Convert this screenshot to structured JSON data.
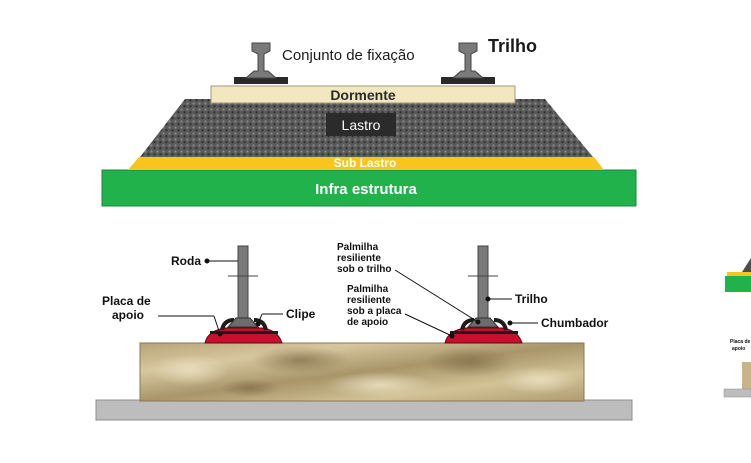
{
  "top_section": {
    "rail_label": "Trilho",
    "fastening_label": "Conjunto de fixação",
    "sleeper_label": "Dormente",
    "ballast_label": "Lastro",
    "subballast_label": "Sub Lastro",
    "infra_label": "Infra estrutura"
  },
  "bottom_section": {
    "wheel_label": "Roda",
    "base_plate_label_1": "Placa de",
    "base_plate_label_2": "apoio",
    "clip_label": "Clipe",
    "pad_rail_1": "Palmilha",
    "pad_rail_2": "resiliente",
    "pad_rail_3": "sob o trilho",
    "pad_plate_1": "Palmilha",
    "pad_plate_2": "resiliente",
    "pad_plate_3": "sob a placa",
    "pad_plate_4": "de apoio",
    "rail_label": "Trilho",
    "anchor_label": "Chumbador"
  },
  "side_fragment": {
    "label_1": "Placa de",
    "label_2": "apoio"
  },
  "colors": {
    "infra": "#22b24c",
    "subballast": "#f7c51e",
    "ballast": "#4d4d4d",
    "sleeper": "#f3e7bf",
    "rail": "#7a7a7a",
    "pad": "#c8102e",
    "slab": "#c9b48a",
    "ground": "#bdbdbd"
  }
}
